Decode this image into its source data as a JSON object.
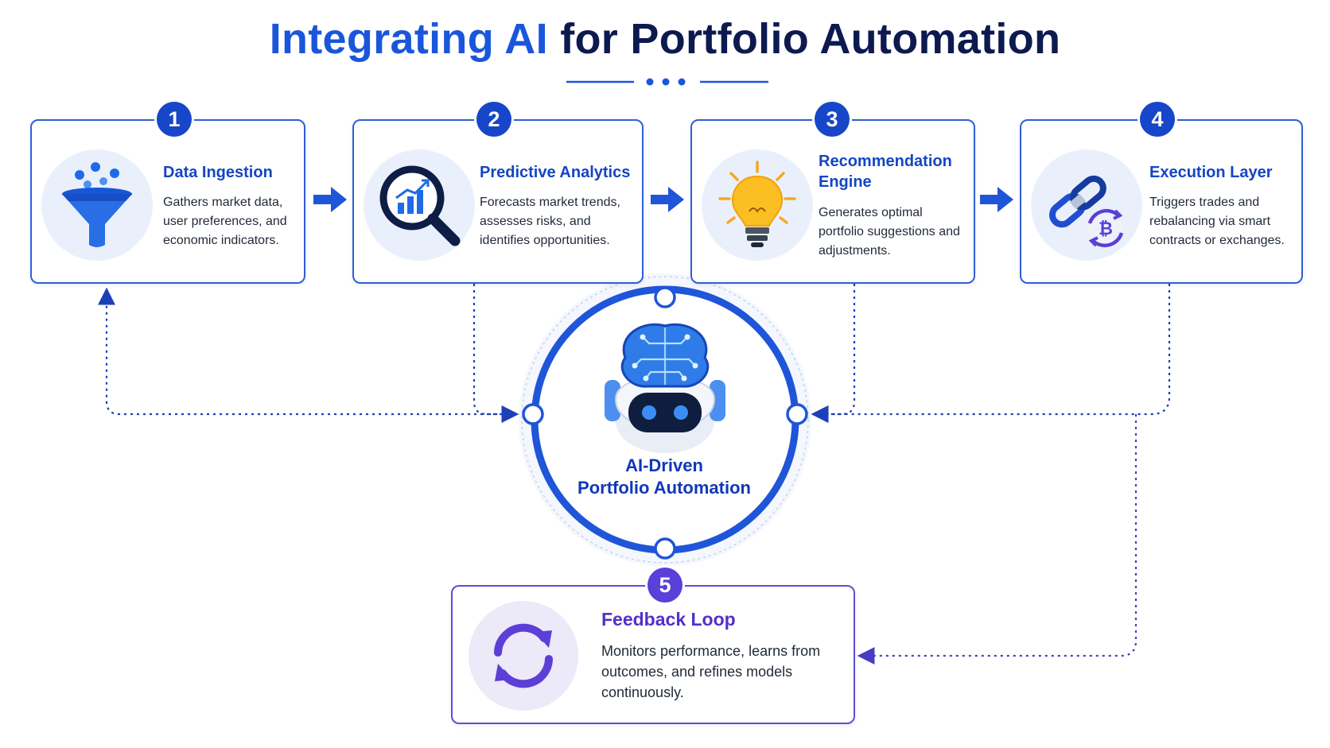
{
  "title": {
    "part1": "Integrating AI",
    "part2": "for Portfolio Automation"
  },
  "steps": [
    {
      "number": "1",
      "title": "Data Ingestion",
      "desc": "Gathers market data, user preferences, and economic indicators.",
      "icon": "funnel-icon"
    },
    {
      "number": "2",
      "title": "Predictive Analytics",
      "desc": "Forecasts market trends, assesses risks, and identifies opportunities.",
      "icon": "magnifier-chart-icon"
    },
    {
      "number": "3",
      "title": "Recommendation Engine",
      "desc": "Generates optimal portfolio suggestions and adjustments.",
      "icon": "lightbulb-icon"
    },
    {
      "number": "4",
      "title": "Execution Layer",
      "desc": "Triggers trades and rebalancing via smart contracts or exchanges.",
      "icon": "chain-bitcoin-icon"
    },
    {
      "number": "5",
      "title": "Feedback Loop",
      "desc": "Monitors performance, learns from outcomes, and refines models continuously.",
      "icon": "refresh-icon"
    }
  ],
  "hub": {
    "line1": "AI-Driven",
    "line2": "Portfolio Automation",
    "icon": "robot-brain-icon"
  },
  "colors": {
    "primary": "#1a56db",
    "navy": "#0d1a4f",
    "purple": "#5a3fd8",
    "light_bg": "#eaf0fb"
  }
}
